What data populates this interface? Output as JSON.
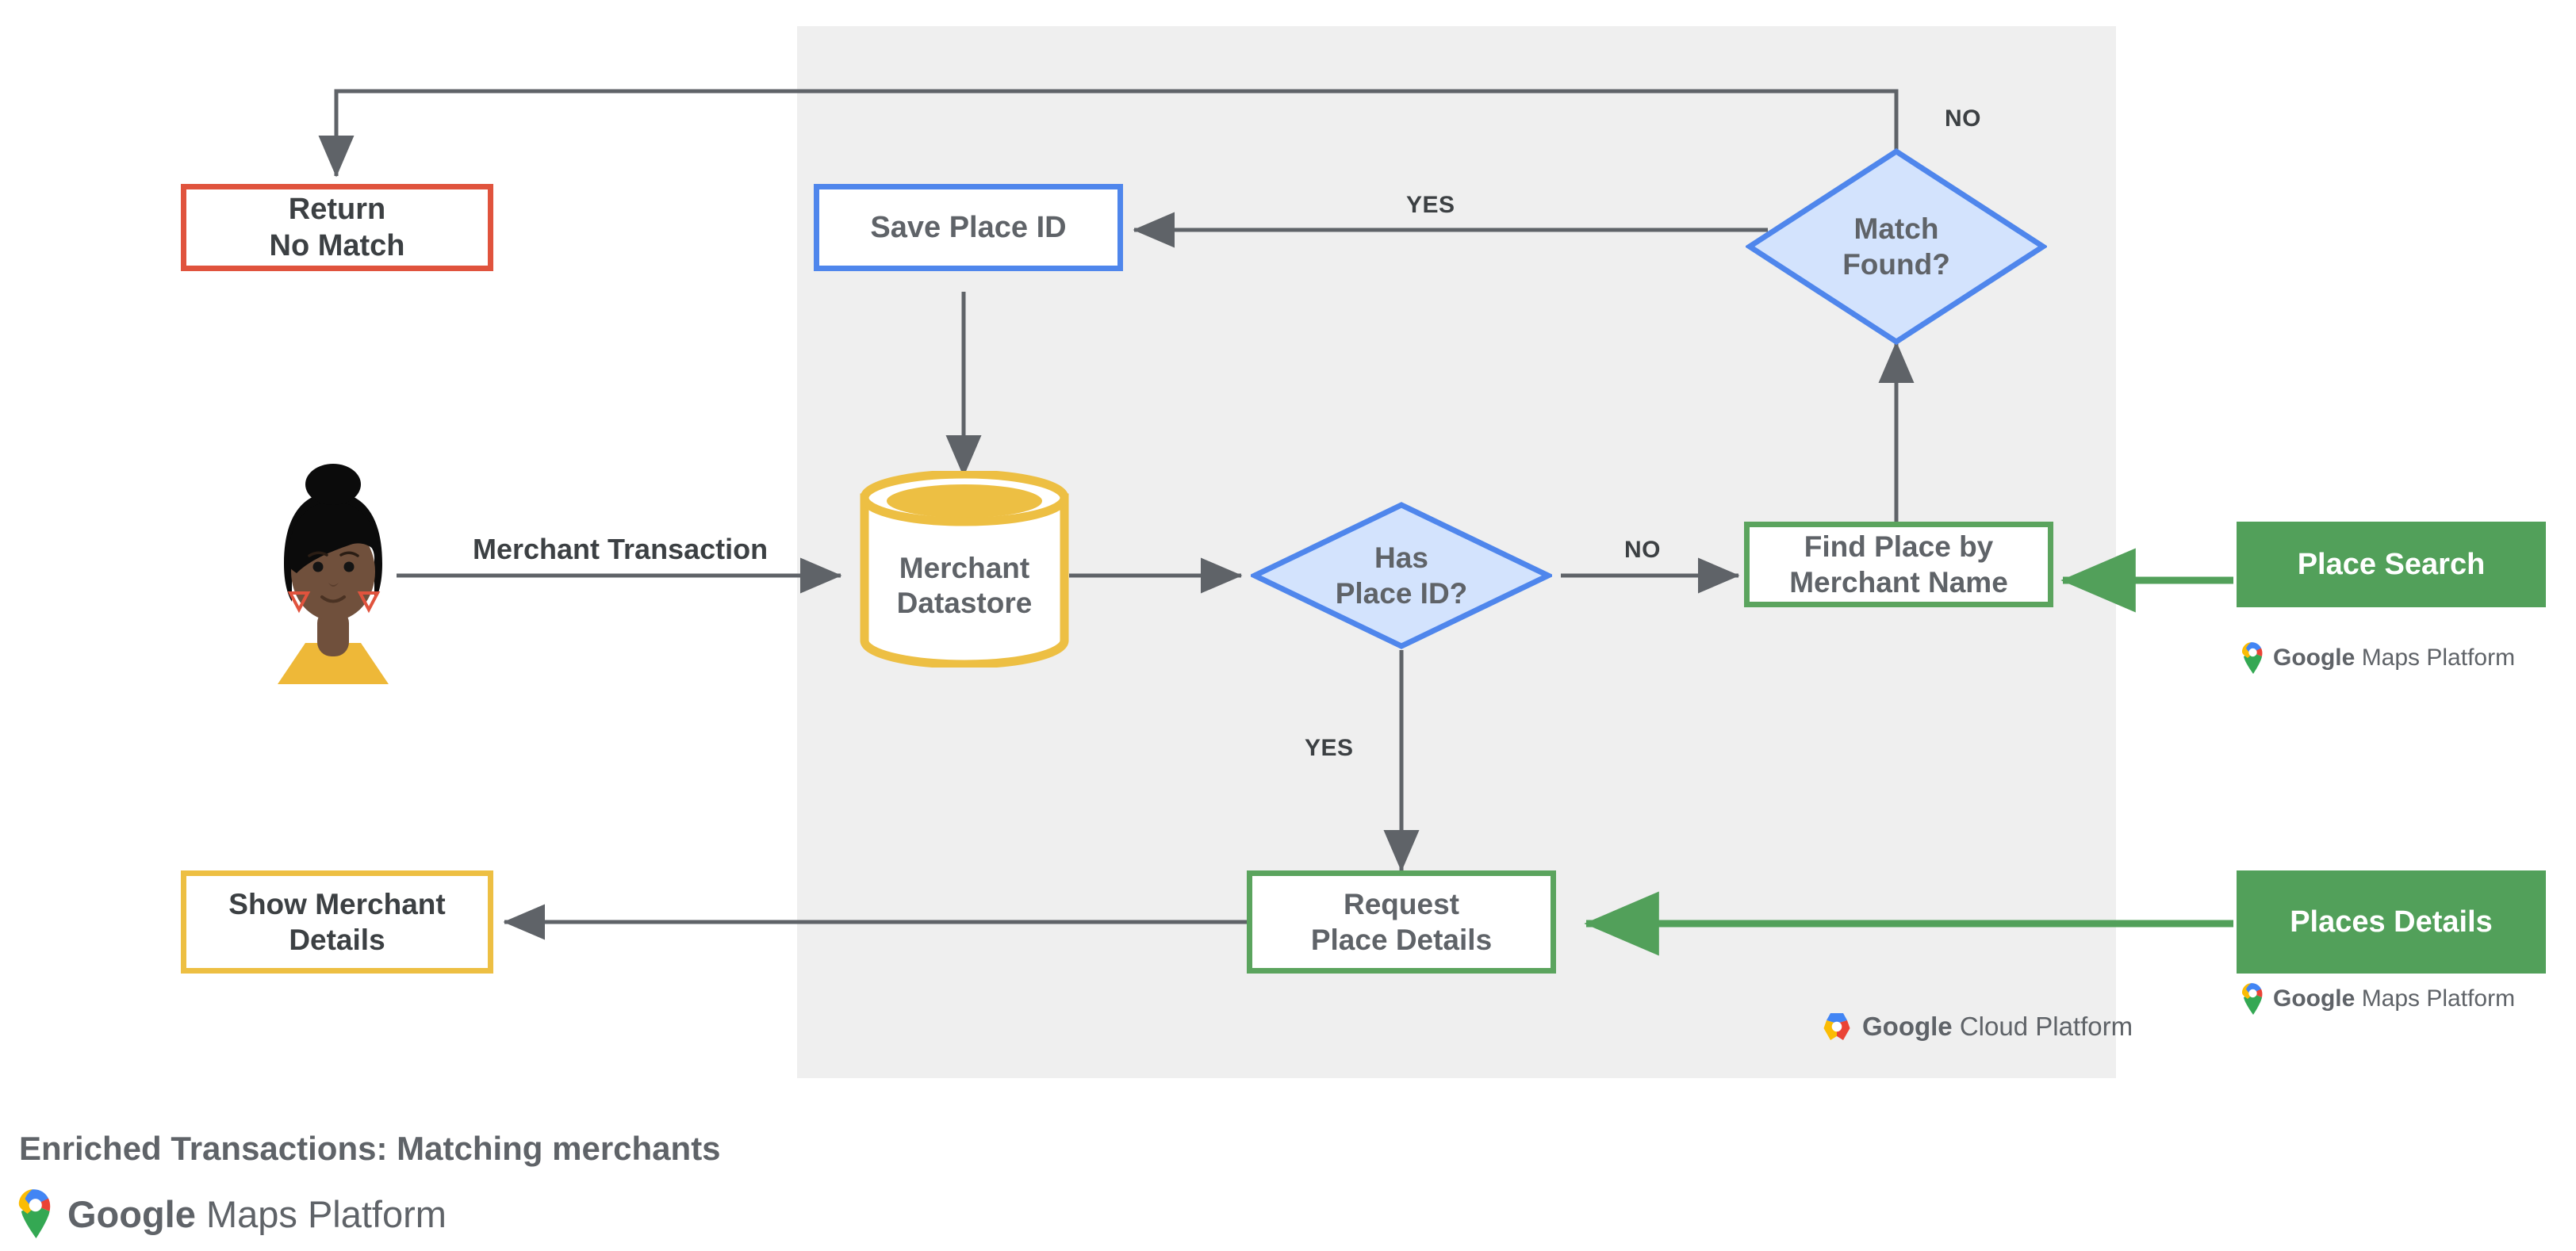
{
  "diagram": {
    "caption": "Enriched Transactions: Matching merchants",
    "platform_logo": {
      "brand": "Google",
      "suffix": "Maps Platform",
      "icon": "google-maps-pin-icon"
    },
    "cloud_panel": {
      "logo_brand": "Google",
      "logo_suffix": "Cloud Platform",
      "logo_icon": "google-cloud-hexagon-icon"
    },
    "colors": {
      "red": "#e0533d",
      "yellow": "#edbf43",
      "blue": "#4f86ec",
      "blue_fill": "#d3e3fd",
      "green": "#5ba45e",
      "green_fill": "#52a05a",
      "panel_gray": "#efefef",
      "edge_gray": "#5f6368",
      "text_gray": "#3c4043"
    },
    "nodes": [
      {
        "id": "return-no-match",
        "type": "box-red",
        "label": "Return\nNo Match",
        "line1": "Return",
        "line2": "No Match"
      },
      {
        "id": "save-place-id",
        "type": "box-blue",
        "label": "Save Place ID",
        "line1": "Save Place ID",
        "line2": ""
      },
      {
        "id": "match-found",
        "type": "diamond",
        "label": "Match\nFound?",
        "line1": "Match",
        "line2": "Found?"
      },
      {
        "id": "merchant-datastore",
        "type": "cylinder",
        "label": "Merchant\nDatastore",
        "line1": "Merchant",
        "line2": "Datastore"
      },
      {
        "id": "has-place-id",
        "type": "diamond",
        "label": "Has\nPlace ID?",
        "line1": "Has",
        "line2": "Place ID?"
      },
      {
        "id": "find-place",
        "type": "box-green",
        "label": "Find Place by\nMerchant Name",
        "line1": "Find Place by",
        "line2": "Merchant Name"
      },
      {
        "id": "place-search",
        "type": "box-greenfill",
        "label": "Place Search",
        "line1": "Place Search",
        "line2": ""
      },
      {
        "id": "request-details",
        "type": "box-green",
        "label": "Request\nPlace Details",
        "line1": "Request",
        "line2": "Place Details"
      },
      {
        "id": "places-details",
        "type": "box-greenfill",
        "label": "Places Details",
        "line1": "Places Details",
        "line2": ""
      },
      {
        "id": "show-merchant",
        "type": "box-yellow",
        "label": "Show Merchant\nDetails",
        "line1": "Show Merchant",
        "line2": "Details"
      },
      {
        "id": "customer-avatar",
        "type": "avatar",
        "label": "customer-avatar-illustration",
        "line1": "",
        "line2": ""
      }
    ],
    "edge_labels": {
      "merchant_transaction": "Merchant Transaction",
      "match_found_no": "NO",
      "match_found_yes": "YES",
      "has_place_id_no": "NO",
      "has_place_id_yes": "YES"
    },
    "api_captions": {
      "place_search": {
        "brand": "Google",
        "suffix": "Maps Platform"
      },
      "places_details": {
        "brand": "Google",
        "suffix": "Maps Platform"
      }
    }
  }
}
